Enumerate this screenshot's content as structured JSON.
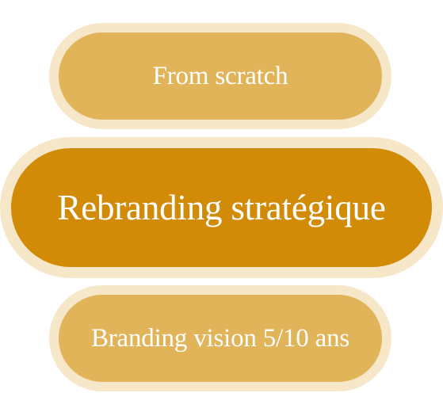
{
  "options": [
    {
      "label": "From scratch",
      "selected": false
    },
    {
      "label": "Rebranding stratégique",
      "selected": true
    },
    {
      "label": "Branding vision 5/10 ans",
      "selected": false
    }
  ],
  "colors": {
    "option_fill": "#e1b45a",
    "selected_fill": "#d18b06",
    "outline": "#f6e7c9",
    "text": "#ffffff"
  }
}
